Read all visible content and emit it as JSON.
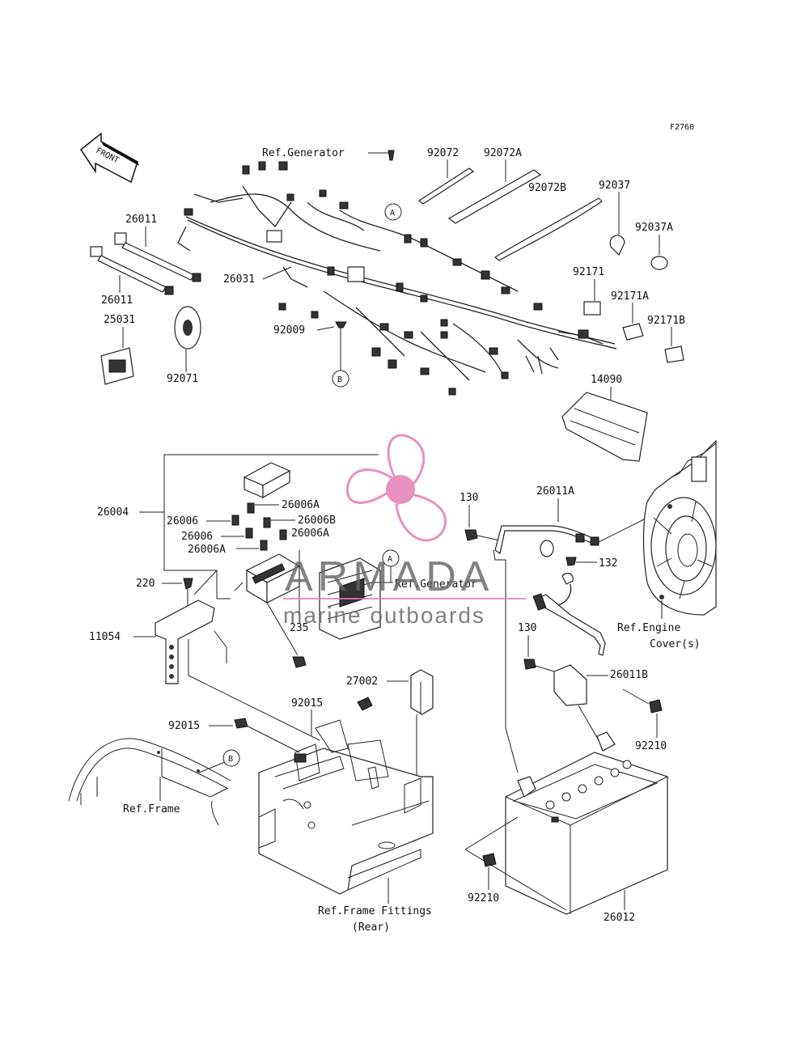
{
  "figure_code": "F2760",
  "front_label": "FRONT",
  "watermark": {
    "brand": "ARMADA",
    "tagline": "marine outboards",
    "accent": "#e47ab3"
  },
  "circle_refs": {
    "a": "A",
    "b": "B"
  },
  "labels": {
    "ref_generator_top": "Ref.Generator",
    "p92072": "92072",
    "p92072a": "92072A",
    "p92072b": "92072B",
    "p92037": "92037",
    "p92037a": "92037A",
    "p92171": "92171",
    "p92171a": "92171A",
    "p92171b": "92171B",
    "p26011_top": "26011",
    "p26011_bot": "26011",
    "p26031": "26031",
    "p25031": "25031",
    "p92009": "92009",
    "p92071": "92071",
    "p14090": "14090",
    "p26004": "26004",
    "p26006_1": "26006",
    "p26006a_1": "26006A",
    "p26006b": "26006B",
    "p26006_2": "26006",
    "p26006a_2": "26006A",
    "p26006a_3": "26006A",
    "p130_top": "130",
    "p26011a": "26011A",
    "p132": "132",
    "ref_generator_mid": "Ref.Generator",
    "p220": "220",
    "p11054": "11054",
    "p235": "235",
    "p130_mid": "130",
    "p26011b": "26011B",
    "ref_engine_cover_1": "Ref.Engine",
    "ref_engine_cover_2": "Cover(s)",
    "p27002": "27002",
    "p92015_top": "92015",
    "p92015_left": "92015",
    "p92210_right": "92210",
    "ref_frame": "Ref.Frame",
    "ref_frame_fittings_1": "Ref.Frame Fittings",
    "ref_frame_fittings_2": "(Rear)",
    "p92210_bottom": "92210",
    "p26012": "26012"
  }
}
